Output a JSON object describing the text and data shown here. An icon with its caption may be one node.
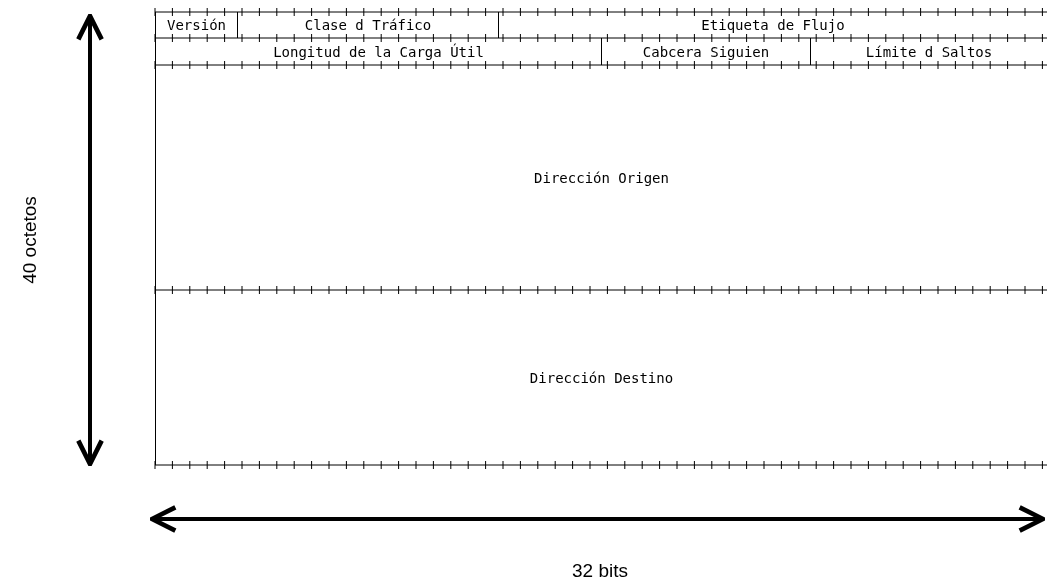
{
  "diagram": {
    "nodes": [
      {
        "text": [
          "Versión"
        ]
      },
      {
        "text": [
          "Clase d Tráfico"
        ]
      },
      {
        "text": [
          "Etiqueta de Flujo"
        ]
      },
      {
        "text": [
          "Longitud de la Carga Útil"
        ]
      },
      {
        "text": [
          "Cabcera Siguien"
        ]
      },
      {
        "text": [
          "Límite d Saltos"
        ]
      },
      {
        "text": [
          "Dirección Origen"
        ]
      },
      {
        "text": [
          "Dirección Destino"
        ]
      }
    ],
    "edges": [],
    "labels": [
      "40 octetos",
      "32 bits"
    ]
  }
}
